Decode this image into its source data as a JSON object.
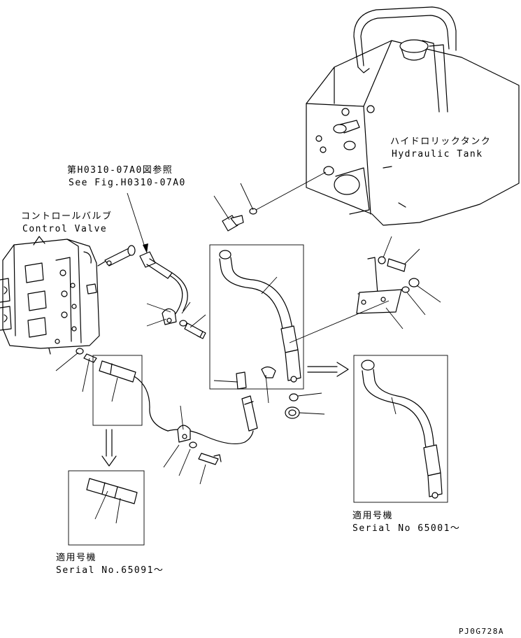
{
  "labels": {
    "ref_jp": "第H0310-07A0図参照",
    "ref_en": "See Fig.H0310-07A0",
    "control_valve_jp": "コントロールバルブ",
    "control_valve_en": "Control Valve",
    "tank_jp": "ハイドロリックタンク",
    "tank_en": "Hydraulic Tank",
    "serial_right_jp": "適用号機",
    "serial_right_en": "Serial No 65001～",
    "serial_left_jp": "適用号機",
    "serial_left_en": "Serial No.65091～",
    "drawing_code": "PJ0G728A"
  }
}
